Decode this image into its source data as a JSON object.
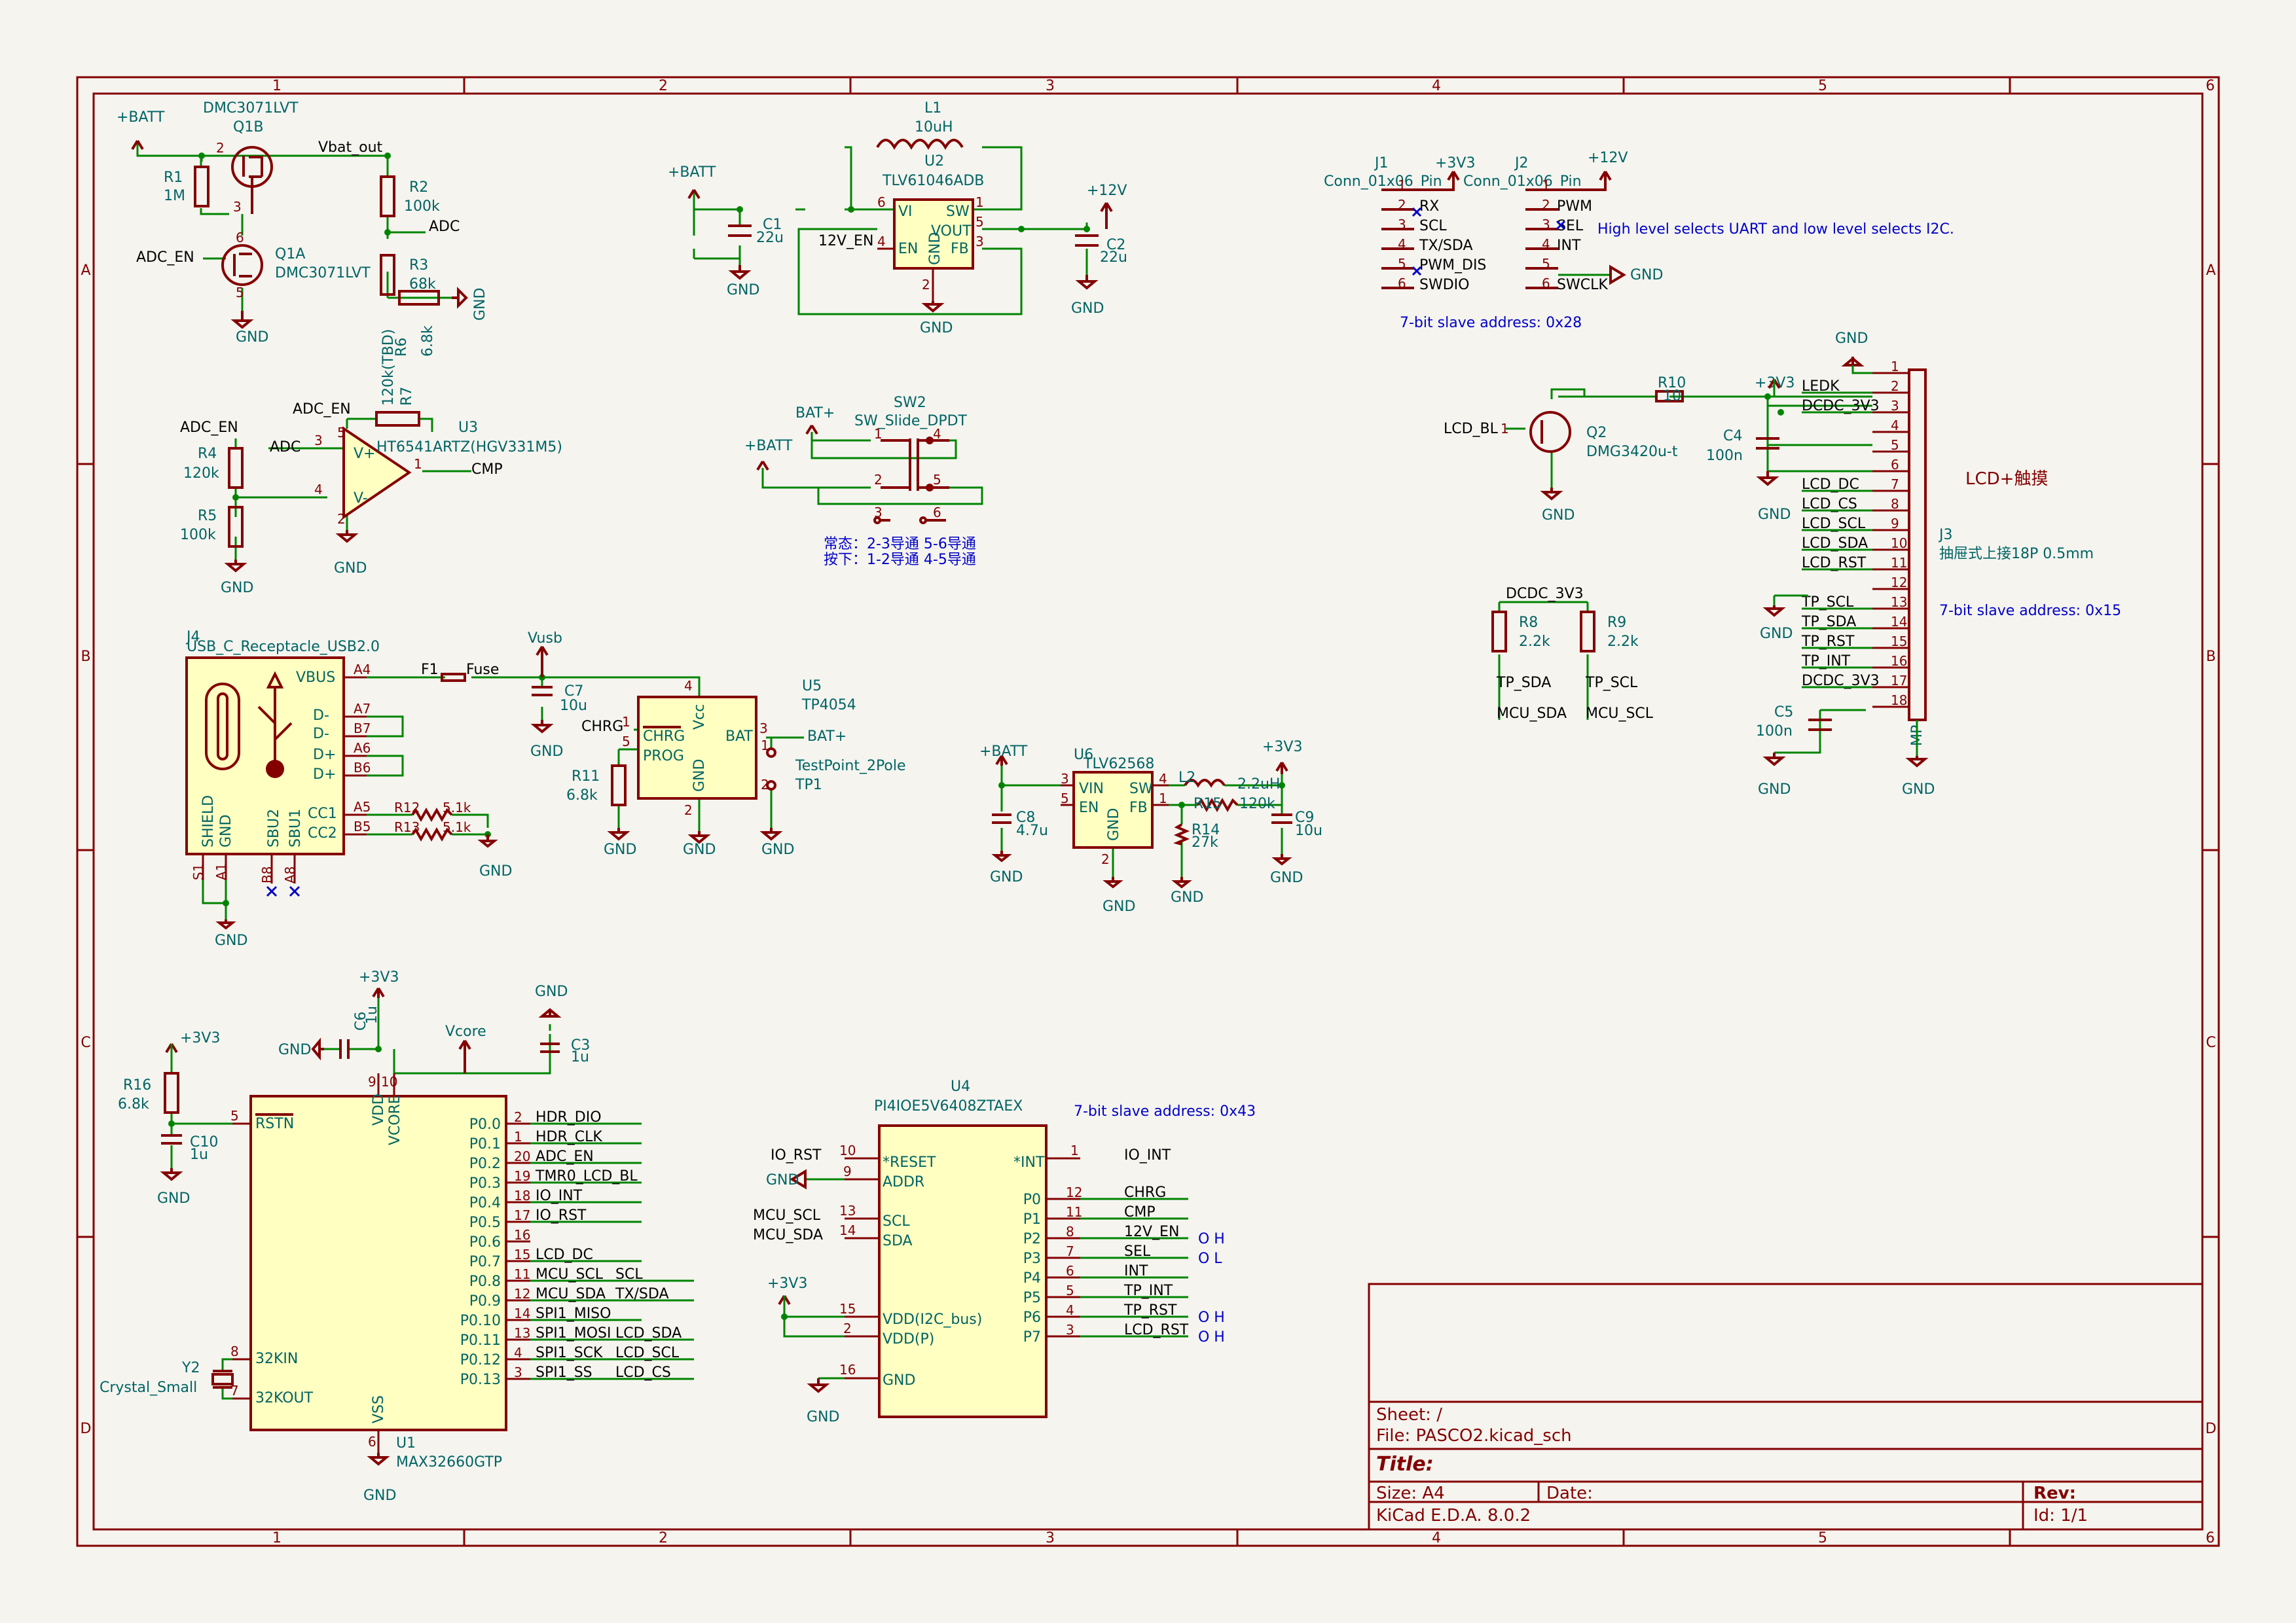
{
  "frame": {
    "cols": [
      "1",
      "2",
      "3",
      "4",
      "5",
      "6"
    ],
    "rows": [
      "A",
      "B",
      "C",
      "D"
    ]
  },
  "title_block": {
    "sheet": "Sheet: /",
    "file": "File: PASCO2.kicad_sch",
    "title": "Title:",
    "size": "Size: A4",
    "date": "Date:",
    "rev": "Rev:",
    "tool": "KiCad E.D.A. 8.0.2",
    "id": "Id: 1/1"
  },
  "q1": {
    "pwr": "+BATT",
    "part": "DMC3071LVT",
    "ref_b": "Q1B",
    "net_out": "Vbat_out",
    "r1_ref": "R1",
    "r1_val": "1M",
    "adc_en": "ADC_EN",
    "ref_a": "Q1A",
    "part_a": "DMC3071LVT",
    "gnd": "GND",
    "r2_ref": "R2",
    "r2_val": "100k",
    "adc": "ADC",
    "r3_ref": "R3",
    "r3_val": "68k",
    "r6_ref": "R6",
    "r6_val": "6.8k",
    "gnd2": "GND",
    "p2": "2",
    "p3": "3",
    "p6": "6",
    "p5": "5"
  },
  "u2": {
    "ref": "U2",
    "part": "TLV61046ADB",
    "l1_ref": "L1",
    "l1_val": "10uH",
    "pwr": "+BATT",
    "c1_ref": "C1",
    "c1_val": "22u",
    "gnd1": "GND",
    "pin_vi": "VI",
    "pin_sw": "SW",
    "pin_en": "EN",
    "pin_vout": "VOUT",
    "pin_fb": "FB",
    "pin_gnd": "GND",
    "en_net": "12V_EN",
    "v12": "+12V",
    "c2_ref": "C2",
    "c2_val": "22u",
    "gnd2": "GND",
    "gnd3": "GND",
    "n6": "6",
    "n1": "1",
    "n4": "4",
    "n5": "5",
    "n3": "3",
    "n2": "2"
  },
  "j1": {
    "pwr": "+3V3",
    "ref": "J1",
    "part": "Conn_01x06_Pin",
    "pins": [
      "1",
      "2",
      "3",
      "4",
      "5",
      "6"
    ],
    "nets": [
      "",
      "RX",
      "SCL",
      "TX/SDA",
      "PWM_DIS",
      "SWDIO"
    ],
    "note": "7-bit slave address: 0x28"
  },
  "j2": {
    "pwr": "+12V",
    "ref": "J2",
    "part": "Conn_01x06_Pin",
    "pins": [
      "1",
      "2",
      "3",
      "4",
      "5",
      "6"
    ],
    "nets": [
      "",
      "PWM",
      "SEL",
      "INT",
      "",
      "SWCLK"
    ],
    "gnd": "GND",
    "note": "High level selects UART and low level selects I2C."
  },
  "u3": {
    "adc_en_top": "ADC_EN",
    "r7_ref": "R7",
    "r7_val": "120k(TBD)",
    "ref": "U3",
    "part": "HT6541ARTZ(HGV331M5)",
    "adc_en": "ADC_EN",
    "adc": "ADC",
    "r4_ref": "R4",
    "r4_val": "120k",
    "r5_ref": "R5",
    "r5_val": "100k",
    "gnd1": "GND",
    "gnd2": "GND",
    "cmp": "CMP",
    "vp": "V+",
    "vm": "V-",
    "n5": "5",
    "n3": "3",
    "n4": "4",
    "n1": "1",
    "n2": "2"
  },
  "sw2": {
    "bat": "BAT+",
    "ref": "SW2",
    "part": "SW_Slide_DPDT",
    "pwr": "+BATT",
    "n1": "1",
    "n4": "4",
    "n2": "2",
    "n5": "5",
    "n3": "3",
    "n6": "6",
    "note1": "常态：2-3导通 5-6导通",
    "note2": "按下：1-2导通 4-5导通"
  },
  "q2": {
    "lcd_bl": "LCD_BL",
    "n1": "1",
    "ref": "Q2",
    "part": "DMG3420u-t",
    "gnd": "GND",
    "r10_ref": "R10",
    "r10_val": "10",
    "pwr": "+3V3",
    "c4_ref": "C4",
    "c4_val": "100n",
    "gnd2": "GND"
  },
  "j3": {
    "gnd_top": "GND",
    "ref": "J3",
    "part": "抽屉式上接18P 0.5mm",
    "title": "LCD+触摸",
    "pins": [
      "1",
      "2",
      "3",
      "4",
      "5",
      "6",
      "7",
      "8",
      "9",
      "10",
      "11",
      "12",
      "13",
      "14",
      "15",
      "16",
      "17",
      "18"
    ],
    "nets": [
      "",
      "LEDK",
      "DCDC_3V3",
      "",
      "",
      "",
      "LCD_DC",
      "LCD_CS",
      "LCD_SCL",
      "LCD_SDA",
      "LCD_RST",
      "",
      "TP_SCL",
      "TP_SDA",
      "TP_RST",
      "TP_INT",
      "DCDC_3V3",
      ""
    ],
    "mp": "MP",
    "gnd_mp": "GND",
    "gnd12": "GND",
    "c5_ref": "C5",
    "c5_val": "100n",
    "gnd_c5": "GND",
    "note": "7-bit slave address: 0x15"
  },
  "pullups": {
    "net": "DCDC_3V3",
    "r8_ref": "R8",
    "r8_val": "2.2k",
    "r9_ref": "R9",
    "r9_val": "2.2k",
    "tp_sda": "TP_SDA",
    "tp_scl": "TP_SCL",
    "mcu_sda": "MCU_SDA",
    "mcu_scl": "MCU_SCL"
  },
  "j4": {
    "ref": "J4",
    "part": "USB_C_Receptacle_USB2.0",
    "vbus": "VBUS",
    "dm1": "D-",
    "dm2": "D-",
    "dp1": "D+",
    "dp2": "D+",
    "cc1": "CC1",
    "cc2": "CC2",
    "shield": "SHIELD",
    "gnd_lbl": "GND",
    "sbu2": "SBU2",
    "sbu1": "SBU1",
    "a4": "A4",
    "a7": "A7",
    "b7": "B7",
    "a6": "A6",
    "b6": "B6",
    "a5": "A5",
    "b5": "B5",
    "s1": "S1",
    "a1": "A1",
    "b8": "B8",
    "a8": "A8",
    "f1": "F1",
    "fuse": "Fuse",
    "vusb": "Vusb",
    "r12_ref": "R12",
    "r12_val": "5.1k",
    "r13_ref": "R13",
    "r13_val": "5.1k",
    "gnd_cc": "GND",
    "gnd_sh": "GND"
  },
  "u5": {
    "c7_ref": "C7",
    "c7_val": "10u",
    "gnd_c7": "GND",
    "ref": "U5",
    "part": "TP4054",
    "chrg_net": "CHRG",
    "pin_chrg": "CHRG",
    "pin_prog": "PROG",
    "pin_vcc": "Vcc",
    "pin_bat": "BAT",
    "pin_gnd": "GND",
    "bat": "BAT+",
    "tp_part": "TestPoint_2Pole",
    "tp_ref": "TP1",
    "r11_ref": "R11",
    "r11_val": "6.8k",
    "gnd1": "GND",
    "gnd2": "GND",
    "gnd3": "GND",
    "n1": "1",
    "n5": "5",
    "n4": "4",
    "n3": "3",
    "n2": "2",
    "tp1": "1",
    "tp2": "2"
  },
  "u6": {
    "pwr": "+BATT",
    "ref": "U6",
    "part": "TLV62568",
    "c8_ref": "C8",
    "c8_val": "4.7u",
    "pin_vin": "VIN",
    "pin_en": "EN",
    "pin_sw": "SW",
    "pin_fb": "FB",
    "pin_gnd": "GND",
    "l2_ref": "L2",
    "l2_val": "2.2uH",
    "r15_ref": "R15",
    "r15_val": "120k",
    "r14_ref": "R14",
    "r14_val": "27k",
    "out": "+3V3",
    "c9_ref": "C9",
    "c9_val": "10u",
    "gnd1": "GND",
    "gnd2": "GND",
    "gnd3": "GND",
    "gnd4": "GND",
    "n3": "3",
    "n5": "5",
    "n4": "4",
    "n1": "1",
    "n2": "2"
  },
  "u1": {
    "ref": "U1",
    "part": "MAX32660GTP",
    "pwr": "+3V3",
    "c6_ref": "C6",
    "c6_val": "1u",
    "gnd_c6": "GND",
    "vcore": "Vcore",
    "gnd_c3": "GND",
    "c3_ref": "C3",
    "c3_val": "1u",
    "pin_vdd": "VDD",
    "pin_vcore": "VCORE",
    "n9": "9",
    "n10": "10",
    "r16_pwr": "+3V3",
    "r16_ref": "R16",
    "r16_val": "6.8k",
    "c10_ref": "C10",
    "c10_val": "1u",
    "gnd_c10": "GND",
    "pin_rstn": "RSTN",
    "n5": "5",
    "ports": [
      "P0.0",
      "P0.1",
      "P0.2",
      "P0.3",
      "P0.4",
      "P0.5",
      "P0.6",
      "P0.7",
      "P0.8",
      "P0.9",
      "P0.10",
      "P0.11",
      "P0.12",
      "P0.13"
    ],
    "pnums": [
      "2",
      "1",
      "20",
      "19",
      "18",
      "17",
      "16",
      "15",
      "11",
      "12",
      "14",
      "13",
      "4",
      "3"
    ],
    "nets": [
      "HDR_DIO",
      "HDR_CLK",
      "ADC_EN",
      "TMR0_LCD_BL",
      "IO_INT",
      "IO_RST",
      "",
      "LCD_DC",
      "MCU_SCL",
      "MCU_SDA",
      "SPI1_MISO",
      "SPI1_MOSI",
      "SPI1_SCK",
      "SPI1_SS"
    ],
    "nets2": [
      "",
      "",
      "",
      "",
      "",
      "",
      "",
      "",
      "SCL",
      "TX/SDA",
      "",
      "LCD_SDA",
      "LCD_SCL",
      "LCD_CS"
    ],
    "y2_ref": "Y2",
    "y2_part": "Crystal_Small",
    "pin_32kin": "32KIN",
    "pin_32kout": "32KOUT",
    "n8": "8",
    "n7": "7",
    "pin_vss": "VSS",
    "n6": "6",
    "gnd": "GND"
  },
  "u4": {
    "ref": "U4",
    "part": "PI4IOE5V6408ZTAEX",
    "note": "7-bit slave address: 0x43",
    "left_nets": [
      "IO_RST",
      "",
      "MCU_SCL",
      "MCU_SDA"
    ],
    "left_pins": [
      "*RESET",
      "ADDR",
      "SCL",
      "SDA"
    ],
    "left_nums": [
      "10",
      "9",
      "13",
      "14"
    ],
    "gnd_addr": "GND",
    "pwr": "+3V3",
    "vdd_bus": "VDD(I2C_bus)",
    "vdd_p": "VDD(P)",
    "n15": "15",
    "n2": "2",
    "pin_gnd": "GND",
    "n16": "16",
    "gnd": "GND",
    "int_pin": "*INT",
    "int_num": "1",
    "int_net": "IO_INT",
    "right_pins": [
      "P0",
      "P1",
      "P2",
      "P3",
      "P4",
      "P5",
      "P6",
      "P7"
    ],
    "right_nums": [
      "12",
      "11",
      "8",
      "7",
      "6",
      "5",
      "4",
      "3"
    ],
    "right_nets": [
      "CHRG",
      "CMP",
      "12V_EN",
      "SEL",
      "INT",
      "TP_INT",
      "TP_RST",
      "LCD_RST"
    ],
    "io_notes": [
      "",
      "",
      "O H",
      "O L",
      "",
      "",
      "O H",
      "O H"
    ]
  }
}
